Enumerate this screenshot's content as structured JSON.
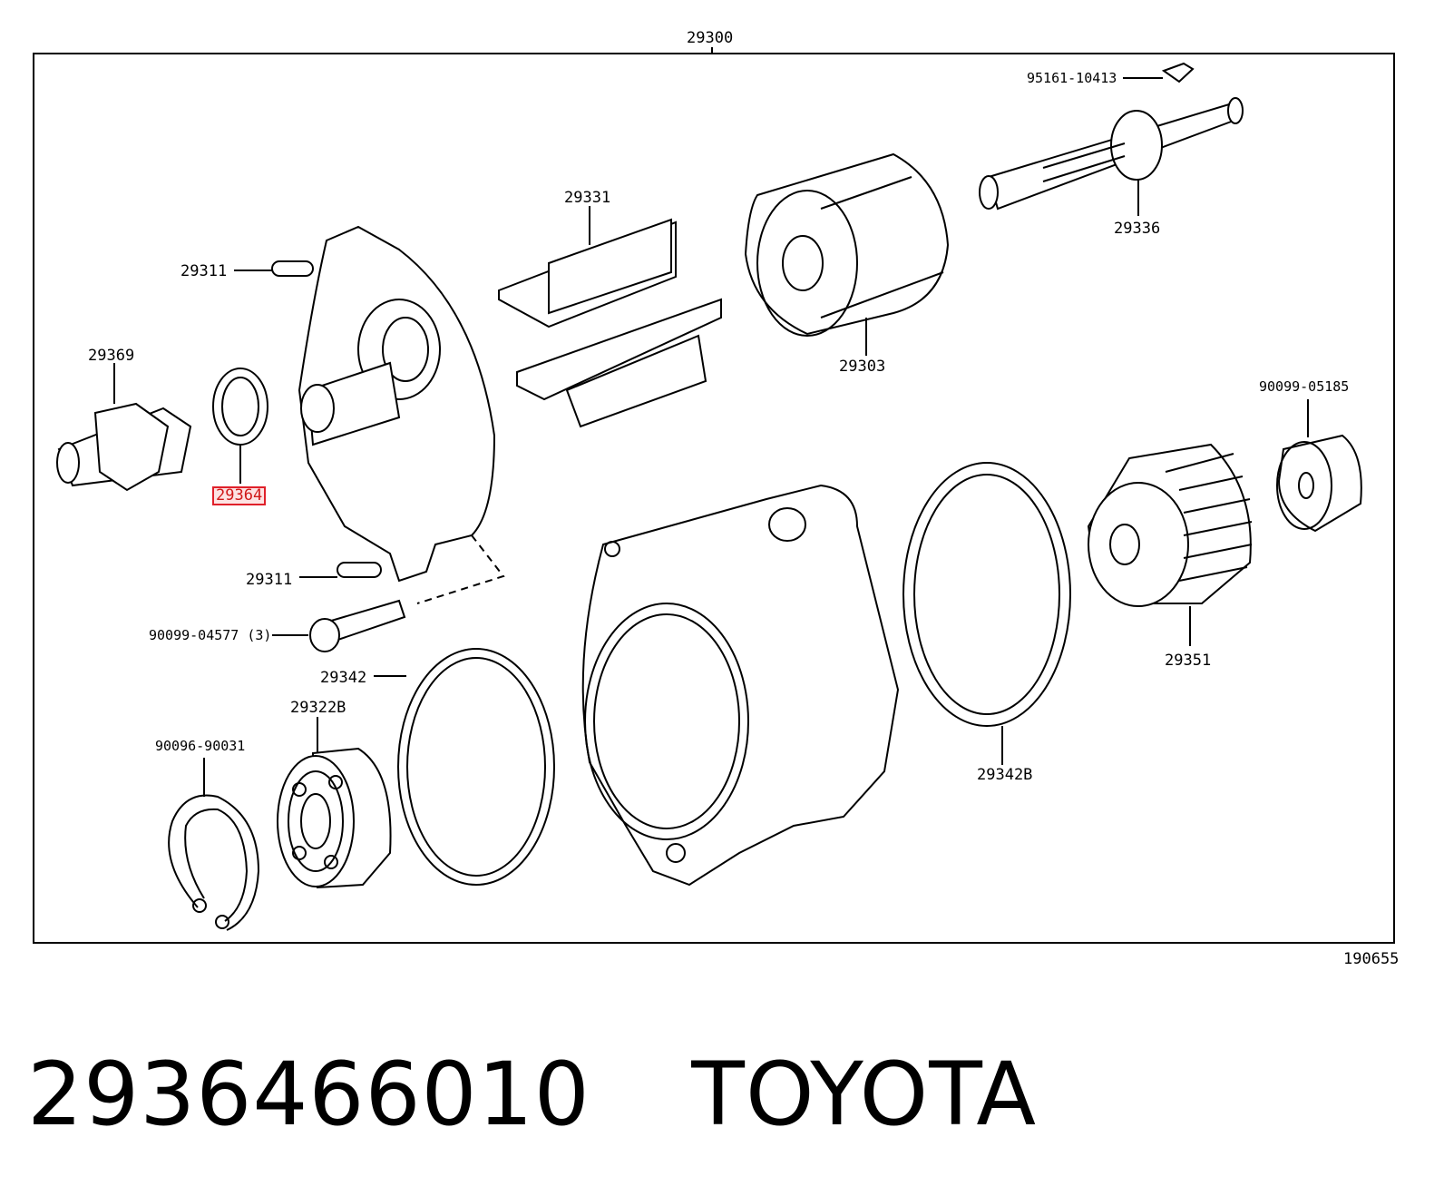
{
  "diagram": {
    "assembly_code": "29300",
    "figure_code": "190655",
    "labels": {
      "p95161": "95161-10413",
      "p29336": "29336",
      "p29331": "29331",
      "p29311_top": "29311",
      "p29303": "29303",
      "p29369": "29369",
      "p29364": "29364",
      "p90099_05185": "90099-05185",
      "p29311_bottom": "29311",
      "p90099_04577": "90099-04577 (3)",
      "p29342": "29342",
      "p29322b": "29322B",
      "p90096": "90096-90031",
      "p29351": "29351",
      "p29342b": "29342B"
    },
    "highlighted_part": "29364",
    "highlight_color": "#e0202a"
  },
  "footer": {
    "part_number": "2936466010",
    "brand": "TOYOTA"
  }
}
